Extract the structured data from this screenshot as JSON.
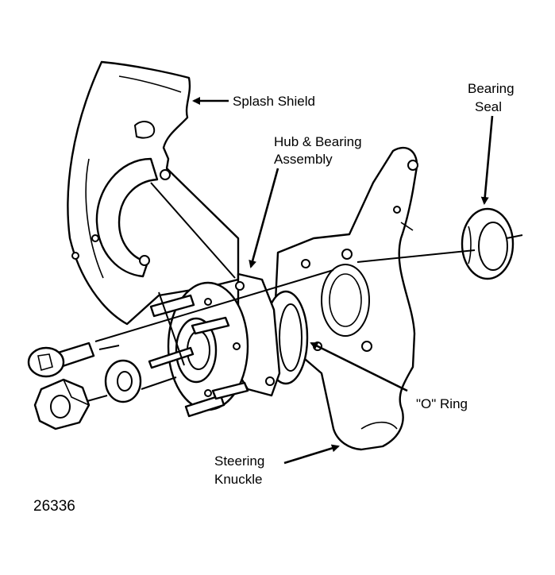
{
  "labels": {
    "splash_shield": "Splash Shield",
    "bearing_seal_line1": "Bearing",
    "bearing_seal_line2": "Seal",
    "hub_line1": "Hub & Bearing",
    "hub_line2": "Assembly",
    "o_ring": "\"O\" Ring",
    "knuckle_line1": "Steering",
    "knuckle_line2": "Knuckle"
  },
  "figure_number": "26336"
}
